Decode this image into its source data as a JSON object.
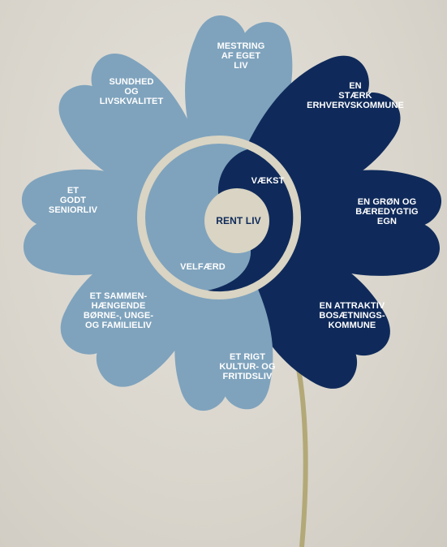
{
  "colors": {
    "background": "#dcd8d0",
    "light_petal": "#7fa3bd",
    "dark_petal": "#0f2a5a",
    "ring": "#d9d4c3",
    "center": "#d9d4c3",
    "stem": "#b3a978"
  },
  "center": {
    "label": "RENT LIV"
  },
  "halves": {
    "dark_label": "VÆKST",
    "light_label": "VELFÆRD"
  },
  "petals": [
    {
      "id": "mestring",
      "lines": [
        "MESTRING",
        "AF EGET",
        "LIV"
      ],
      "theme": "light"
    },
    {
      "id": "erhverv",
      "lines": [
        "EN",
        "STÆRK",
        "ERHVERVSKOMMUNE"
      ],
      "theme": "dark"
    },
    {
      "id": "groen",
      "lines": [
        "EN GRØN OG",
        "BÆREDYGTIG",
        "EGN"
      ],
      "theme": "dark"
    },
    {
      "id": "bosaetning",
      "lines": [
        "EN ATTRAKTIV",
        "BOSÆTNINGS-",
        "KOMMUNE"
      ],
      "theme": "dark"
    },
    {
      "id": "kultur",
      "lines": [
        "ET RIGT",
        "KULTUR- OG",
        "FRITIDSLIV"
      ],
      "theme": "light"
    },
    {
      "id": "familie",
      "lines": [
        "ET SAMMEN-",
        "HÆNGENDE",
        "BØRNE-, UNGE-",
        "OG FAMILIELIV"
      ],
      "theme": "light"
    },
    {
      "id": "senior",
      "lines": [
        "ET",
        "GODT",
        "SENIORLIV"
      ],
      "theme": "light"
    },
    {
      "id": "sundhed",
      "lines": [
        "SUNDHED",
        "OG",
        "LIVSKVALITET"
      ],
      "theme": "light"
    }
  ]
}
